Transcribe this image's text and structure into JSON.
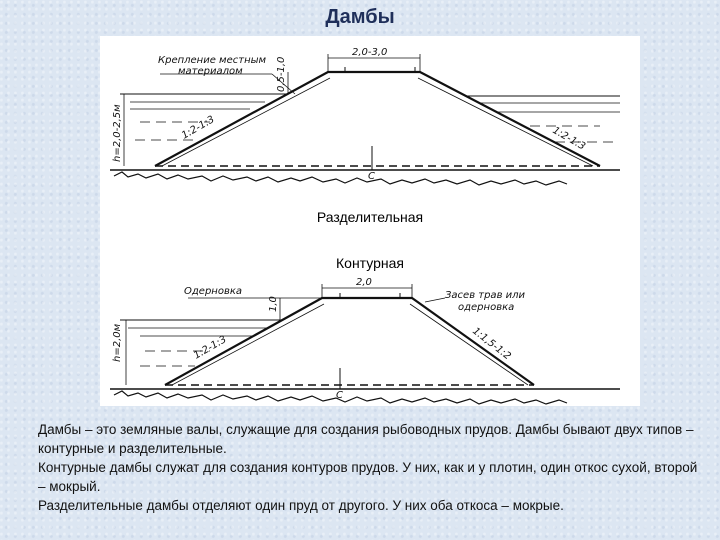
{
  "title": "Дамбы",
  "diagram_top": {
    "caption": "Разделительная",
    "labels": {
      "reinforcement": "Крепление местным",
      "reinforcement_2": "материалом",
      "crest_width": "2,0-3,0",
      "freeboard": "0,5-1,0",
      "depth": "h=2,0-2,5м",
      "slope_left": "1:2-1:3",
      "slope_right": "1:2-1:3",
      "axis_mark": "C"
    }
  },
  "diagram_bottom": {
    "caption": "Контурная",
    "labels": {
      "turf": "Одерновка",
      "freeboard": "1,0",
      "crest_width": "2,0",
      "sowing": "Засев трав или",
      "sowing_2": "одерновка",
      "slope_right": "1:1,5-1:2",
      "depth": "h=2,0м",
      "slope_left": "1:2-1:3",
      "axis_mark": "C"
    }
  },
  "paragraphs": [
    "Дамбы – это земляные валы, служащие для создания рыбоводных прудов. Дамбы бывают двух типов – контурные и разделительные.",
    "Контурные дамбы служат для создания контуров прудов. У них, как и у плотин, один откос сухой, второй – мокрый.",
    "Разделительные дамбы отделяют один пруд от другого. У них оба откоса – мокрые."
  ]
}
